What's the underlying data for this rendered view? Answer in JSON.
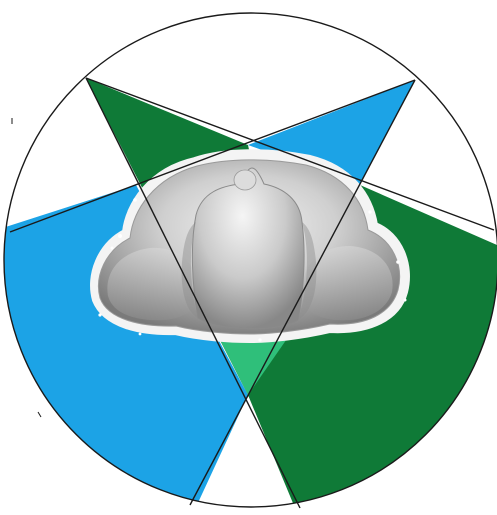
{
  "diagram": {
    "colors": {
      "background": "#ffffff",
      "outline": "#1a1a1a",
      "green_wedge": "#0f7a37",
      "blue_wedge": "#1ca3e6",
      "overlap": "#2fbf7a",
      "mesh_light": "#e8e8e8",
      "mesh_mid": "#bdbdbd",
      "mesh_dark": "#7d7d7d",
      "mesh_halo": "#f4f4f4"
    },
    "regions": [
      {
        "name": "green-wedge-upper-left",
        "color_key": "green_wedge"
      },
      {
        "name": "green-wedge-right",
        "color_key": "green_wedge"
      },
      {
        "name": "blue-wedge-upper-right",
        "color_key": "blue_wedge"
      },
      {
        "name": "blue-wedge-left",
        "color_key": "blue_wedge"
      },
      {
        "name": "overlap-wedge-bottom",
        "color_key": "overlap"
      }
    ],
    "objects": [
      {
        "name": "gray-3d-mesh-model",
        "description_visible": false
      }
    ]
  }
}
